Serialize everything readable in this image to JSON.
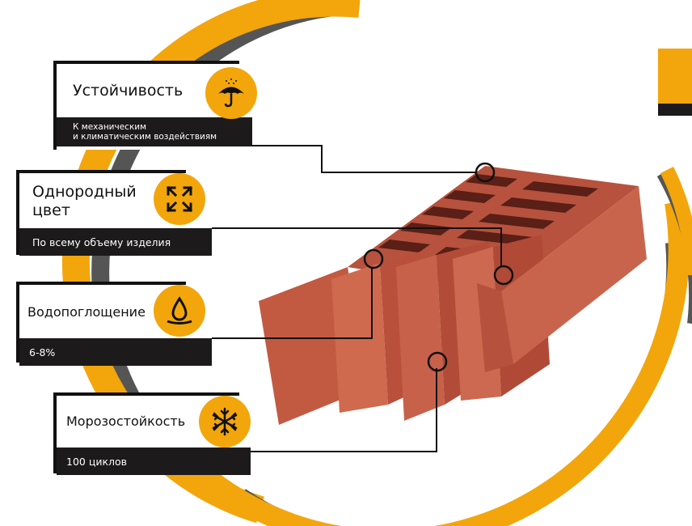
{
  "features": [
    {
      "title": "Устойчивость",
      "subtitle": "К механическим\nи климатическим воздействиям",
      "icon": "umbrella-icon"
    },
    {
      "title": "Однородный\nцвет",
      "subtitle": "По всему объему изделия",
      "icon": "expand-arrows-icon"
    },
    {
      "title": "Водопоглощение",
      "subtitle": "6-8%",
      "icon": "water-drop-icon"
    },
    {
      "title": "Морозостойкость",
      "subtitle": "100 циклов",
      "icon": "snowflake-icon"
    }
  ],
  "colors": {
    "accent": "#f2a60c",
    "dark": "#1c1a1b",
    "brick": "#c25a42"
  }
}
